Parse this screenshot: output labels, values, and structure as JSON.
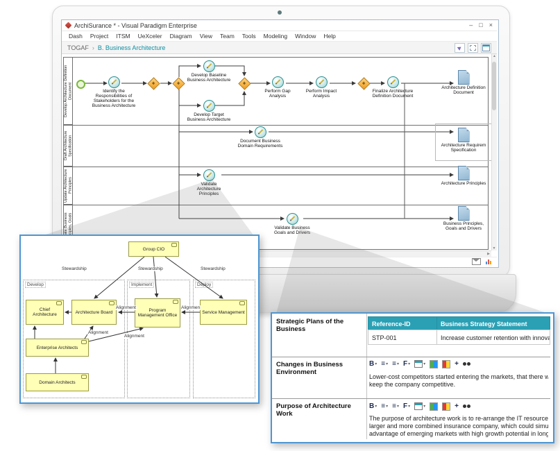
{
  "app": {
    "title": "ArchiSurance * - Visual Paradigm Enterprise",
    "window_controls": {
      "minimize": "–",
      "maximize": "□",
      "close": "×"
    },
    "menu": [
      "Dash",
      "Project",
      "ITSM",
      "UeXceler",
      "Diagram",
      "View",
      "Team",
      "Tools",
      "Modeling",
      "Window",
      "Help"
    ],
    "breadcrumb": {
      "root": "TOGAF",
      "separator": "›",
      "current": "B. Business Architecture"
    },
    "scroll": {
      "up": "▲",
      "down": "▼",
      "left": "◀",
      "right": "▶"
    }
  },
  "diagram": {
    "glyphs": {
      "plus": "+"
    },
    "lanes": [
      {
        "label": "Develop Architecture Definition Document"
      },
      {
        "label": "Draft Architecture Specification"
      },
      {
        "label": "Update Architecture Principles"
      },
      {
        "label": "Update Business Principles, Goals"
      }
    ],
    "tasks": [
      {
        "label": "Identify the Responsibilities of Stakeholders for the Business Architecture"
      },
      {
        "label": "Develop Baseline Business Architecture"
      },
      {
        "label": "Develop Target Business Architecture"
      },
      {
        "label": "Perform Gap Analysis"
      },
      {
        "label": "Perform Impact Analysis"
      },
      {
        "label": "Finalize Architecture Definition Document"
      },
      {
        "label": "Document Business Domain Requirements"
      },
      {
        "label": "Validate Architecture Principles"
      },
      {
        "label": "Validate Business Goals and Drivers"
      }
    ],
    "documents": [
      {
        "label": "Architecture Definition Document"
      },
      {
        "label": "Architecture Requirem Specification"
      },
      {
        "label": "Architecture Principles"
      },
      {
        "label": "Business Principles, Goals and Drivers"
      }
    ]
  },
  "org_overlay": {
    "boxes": [
      {
        "label": "Group CIO"
      },
      {
        "label": "Chief Architecture"
      },
      {
        "label": "Architecture Board"
      },
      {
        "label": "Program Management Office"
      },
      {
        "label": "Service Management"
      },
      {
        "label": "Enterprise Architects"
      },
      {
        "label": "Domain Architects"
      }
    ],
    "regions": [
      {
        "label": "Develop"
      },
      {
        "label": "Implement"
      },
      {
        "label": "Deploy"
      }
    ],
    "stewardship": [
      "Stewardship",
      "Stewardship",
      "Stewardship"
    ],
    "alignment": [
      "Alignment",
      "Alignmen",
      "Alignment",
      "Alignment"
    ]
  },
  "doc_overlay": {
    "toolbar": {
      "bold": "B",
      "align": "≡",
      "list": "≡",
      "font": "F",
      "add": "+",
      "caret": "▾"
    },
    "rows": [
      {
        "label": "Strategic Plans of the Business",
        "headers": [
          "Reference-ID",
          "Business Strategy Statement"
        ],
        "cells": [
          "STP-001",
          "Increase customer retention with innova"
        ]
      },
      {
        "label": "Changes in Business Environment",
        "lines": [
          "Lower-cost competitors started entering the markets, that there we",
          "keep the company competitive."
        ]
      },
      {
        "label": "Purpose of Architecture Work",
        "lines": [
          "The purpose of architecture work is to re-arrange the IT resources",
          "larger and more combined insurance company, which could simul",
          "advantage of emerging markets with high growth potential in long"
        ]
      }
    ]
  }
}
